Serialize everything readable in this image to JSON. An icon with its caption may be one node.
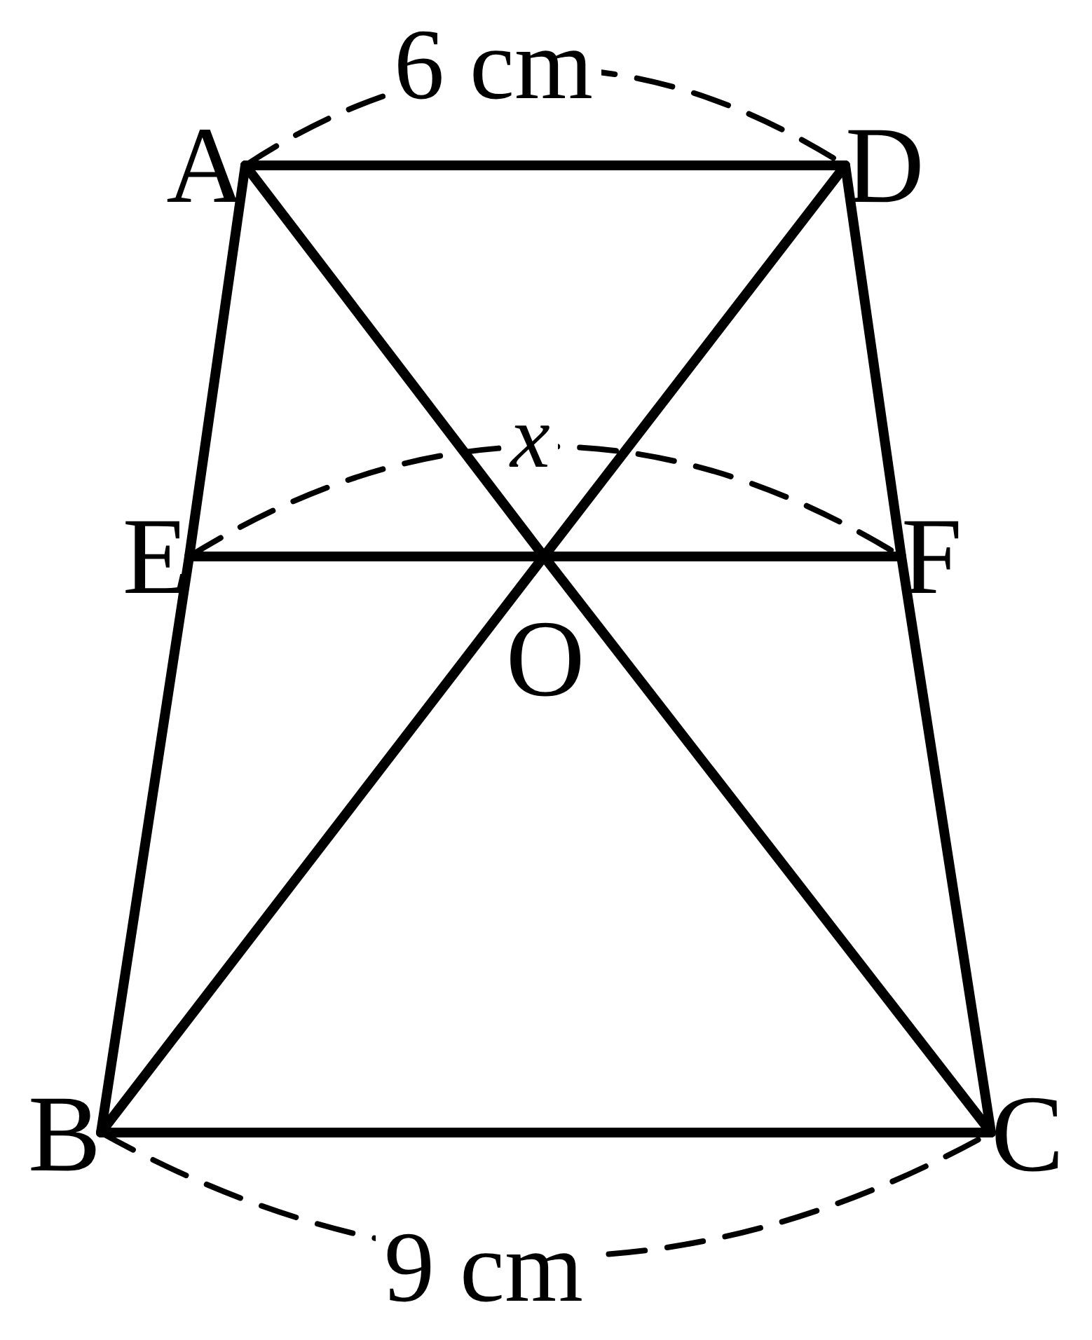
{
  "diagram": {
    "nodes": [
      {
        "text": [
          "A"
        ]
      },
      {
        "text": [
          "D"
        ]
      },
      {
        "text": [
          "E"
        ]
      },
      {
        "text": [
          "F"
        ]
      },
      {
        "text": [
          "O"
        ]
      },
      {
        "text": [
          "B"
        ]
      },
      {
        "text": [
          "C"
        ]
      }
    ],
    "edges": [
      {
        "from": 0,
        "to": 1,
        "arrow": "none"
      },
      {
        "from": 0,
        "to": 2,
        "arrow": "none"
      },
      {
        "from": 2,
        "to": 5,
        "arrow": "none"
      },
      {
        "from": 1,
        "to": 3,
        "arrow": "none"
      },
      {
        "from": 3,
        "to": 6,
        "arrow": "none"
      },
      {
        "from": 5,
        "to": 6,
        "arrow": "none"
      },
      {
        "from": 0,
        "to": 4,
        "arrow": "none"
      },
      {
        "from": 4,
        "to": 6,
        "arrow": "none"
      },
      {
        "from": 1,
        "to": 4,
        "arrow": "none"
      },
      {
        "from": 4,
        "to": 5,
        "arrow": "none"
      },
      {
        "from": 2,
        "to": 4,
        "arrow": "none"
      },
      {
        "from": 4,
        "to": 3,
        "arrow": "none"
      }
    ],
    "labels": [
      "6 cm",
      "x",
      "9 cm"
    ]
  }
}
